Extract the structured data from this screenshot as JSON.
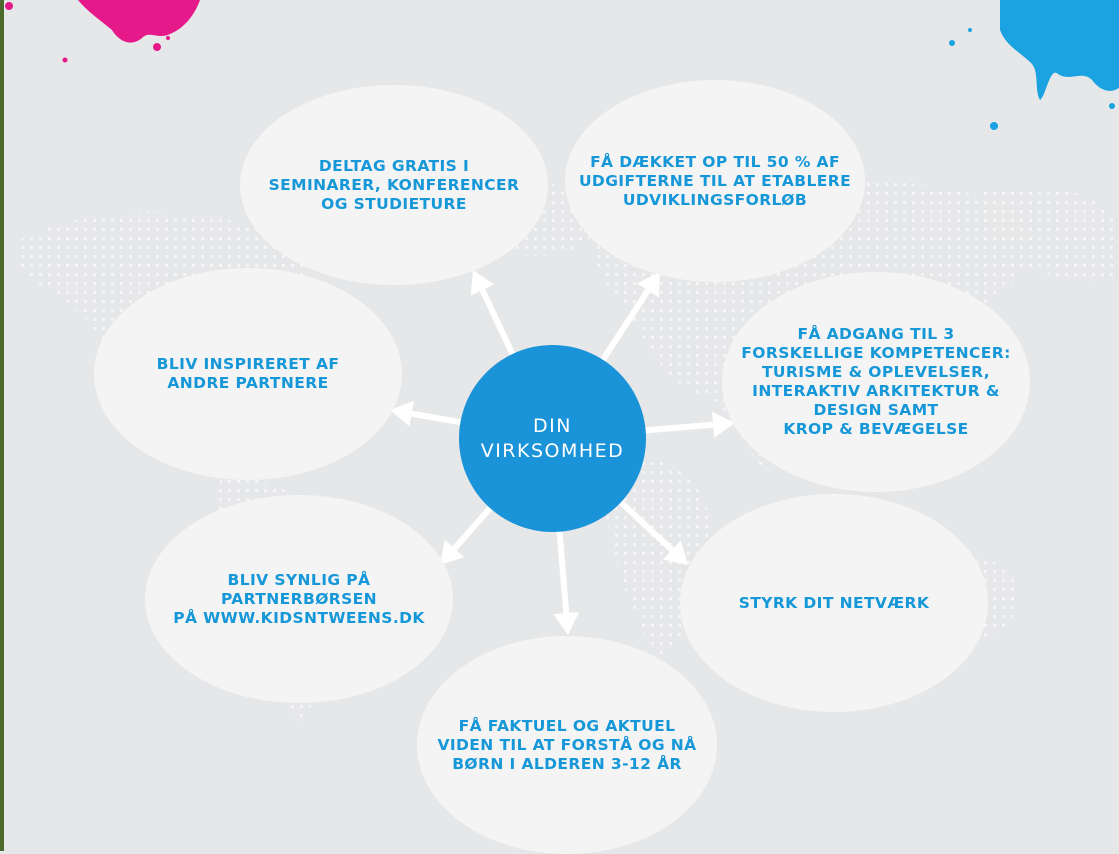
{
  "colors": {
    "accent_blue": "#1a93d9",
    "text_blue": "#1597d8",
    "bubble_fill": "#f4f4f5",
    "background": "#e6e7e8",
    "splash_pink": "#e6198a",
    "splash_blue": "#1aa3e0"
  },
  "center": {
    "label": "DIN\nVIRKSOMHED"
  },
  "bubbles": [
    {
      "id": "seminarer",
      "label": "DELTAG GRATIS I\nSEMINARER, KONFERENCER\nOG STUDIETURE"
    },
    {
      "id": "udgifter",
      "label": "FÅ DÆKKET OP TIL 50 % AF\nUDGIFTERNE TIL AT ETABLERE\nUDVIKLINGSFORLØB"
    },
    {
      "id": "kompetencer",
      "label": "FÅ ADGANG TIL 3\nFORSKELLIGE KOMPETENCER:\nTURISME & OPLEVELSER,\nINTERAKTIV ARKITEKTUR &\nDESIGN  SAMT\nKROP & BEVÆGELSE"
    },
    {
      "id": "netvaerk",
      "label": "STYRK DIT NETVÆRK"
    },
    {
      "id": "viden",
      "label": "FÅ FAKTUEL OG AKTUEL\nVIDEN TIL AT FORSTÅ OG NÅ\nBØRN I ALDEREN 3-12 ÅR"
    },
    {
      "id": "partnerborsen",
      "label": "BLIV SYNLIG PÅ\nPARTNERBØRSEN\nPÅ WWW.KIDSNTWEENS.DK"
    },
    {
      "id": "inspireret",
      "label": "BLIV INSPIRERET AF\nANDRE PARTNERE"
    }
  ]
}
